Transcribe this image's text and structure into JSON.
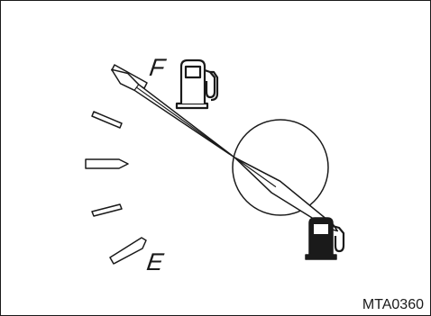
{
  "gauge": {
    "full_label": "F",
    "empty_label": "E",
    "figure_code": "MTA0360",
    "needle_reading": "full",
    "colors": {
      "ink": "#1a1a1a",
      "background": "#ffffff"
    },
    "icons": {
      "full_icon": "fuel-pump-outline-icon",
      "warning_icon": "fuel-pump-solid-icon"
    }
  }
}
